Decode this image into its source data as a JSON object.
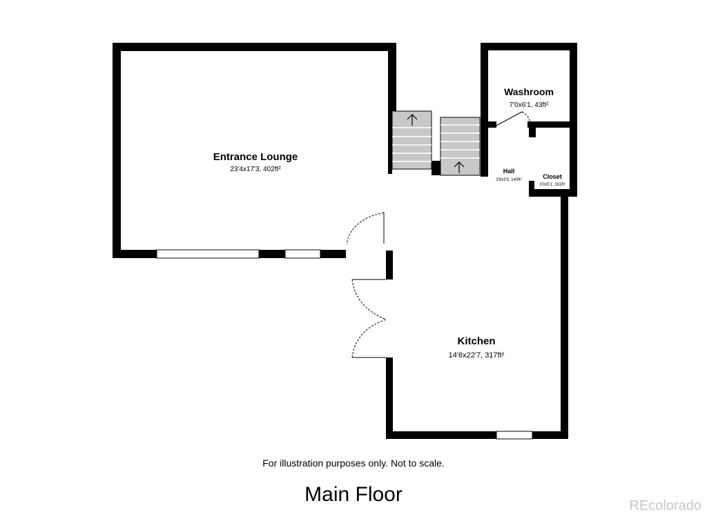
{
  "rooms": {
    "entrance_lounge": {
      "name": "Entrance Lounge",
      "dims": "23'4x17'3, 402ft²"
    },
    "washroom": {
      "name": "Washroom",
      "dims": "7'0x6'1, 43ft²"
    },
    "hall": {
      "name": "Hall",
      "dims": "3'8x3'5, 140ft²"
    },
    "closet": {
      "name": "Closet",
      "dims": "3'0x5'1, 161ft²"
    },
    "kitchen": {
      "name": "Kitchen",
      "dims": "14'6x22'7, 317ft²"
    }
  },
  "disclaimer": "For illustration purposes only. Not to scale.",
  "floor_title": "Main Floor",
  "watermark": "REcolorado",
  "colors": {
    "wall": "#000000",
    "stairs": "#c8c8c8",
    "watermark": "#c8c8c8"
  },
  "icons": [
    "stair-up-arrow-icon",
    "stair-up-arrow-icon"
  ]
}
